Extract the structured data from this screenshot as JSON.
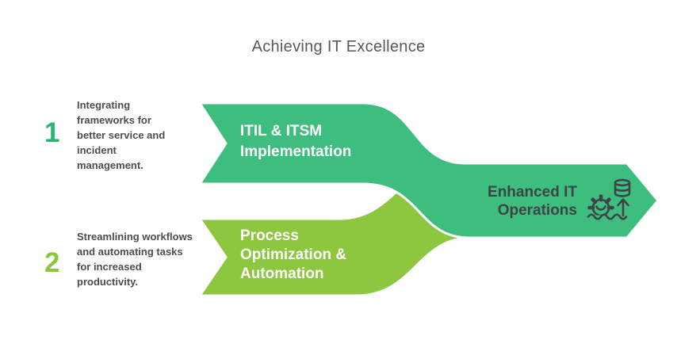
{
  "title": "Achieving IT Excellence",
  "steps": [
    {
      "number": "1",
      "description": "Integrating frameworks for better service and incident management.",
      "band_label": "ITIL & ITSM Implementation"
    },
    {
      "number": "2",
      "description": "Streamlining workflows and automating tasks for increased productivity.",
      "band_label": "Process Optimization & Automation"
    }
  ],
  "result": {
    "label": "Enhanced IT Operations",
    "icon": "database-gear-wave-growth-icon"
  },
  "colors": {
    "band_green": "#3EBE7E",
    "band_lime": "#8DC63F",
    "number_1": "#2BB673",
    "number_2": "#8DC63F",
    "title_text": "#595959",
    "body_text": "#4D4D4D",
    "band_text": "#FFFFFF",
    "result_text": "#3E4347",
    "band_outline": "#FFFFFF"
  }
}
